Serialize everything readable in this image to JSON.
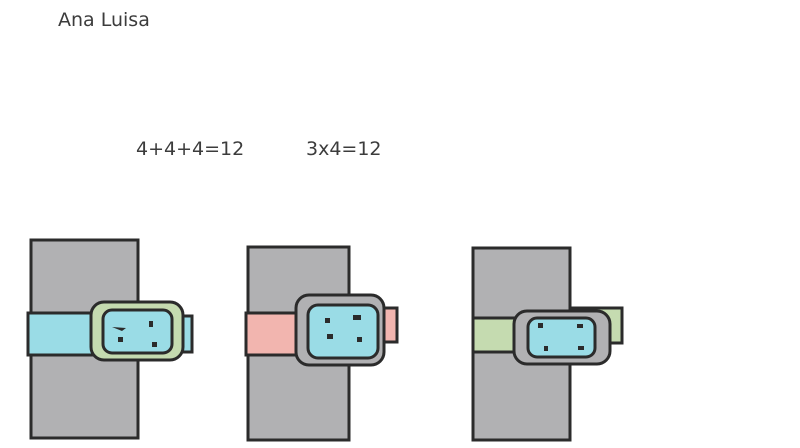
{
  "author_name": "Ana Luisa",
  "equations": [
    "4+4+4=12",
    "3x4=12"
  ],
  "colors": {
    "arm": "#b1b1b3",
    "blue": "#9adce6",
    "green": "#c5dbb0",
    "pink": "#f2b5af",
    "outline": "#2b2b2b"
  }
}
